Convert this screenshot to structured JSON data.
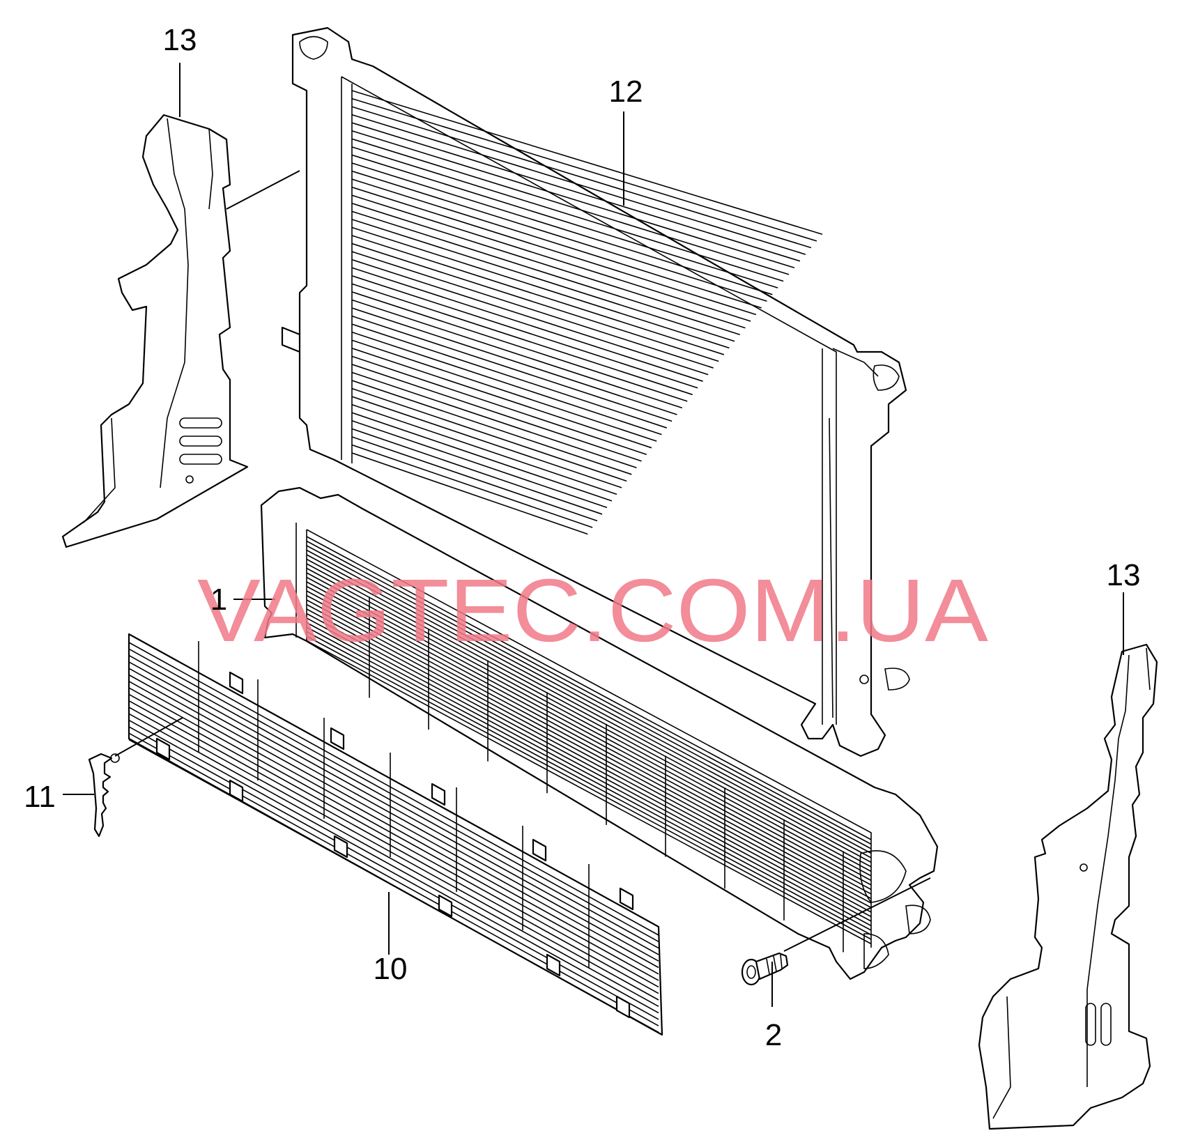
{
  "watermark": "VAGTEC.COM.UA",
  "callouts": [
    {
      "id": "c13a",
      "label": "13"
    },
    {
      "id": "c12",
      "label": "12"
    },
    {
      "id": "c1",
      "label": "1"
    },
    {
      "id": "c11",
      "label": "11"
    },
    {
      "id": "c10",
      "label": "10"
    },
    {
      "id": "c2",
      "label": "2"
    },
    {
      "id": "c13b",
      "label": "13"
    }
  ]
}
